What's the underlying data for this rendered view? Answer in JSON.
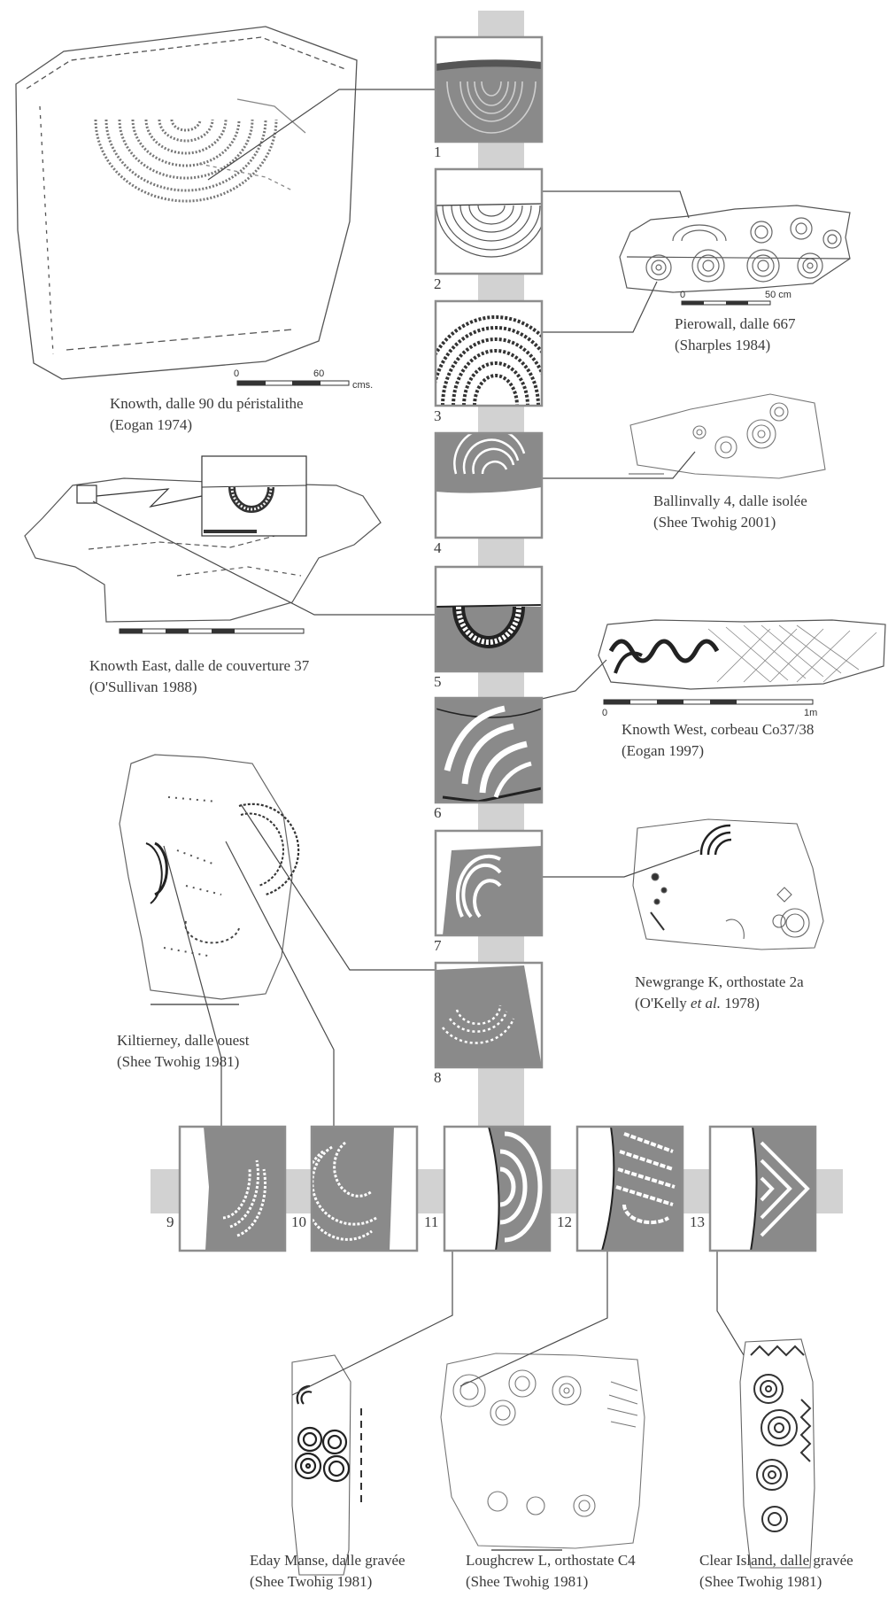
{
  "panels": [
    {
      "number": "1"
    },
    {
      "number": "2"
    },
    {
      "number": "3"
    },
    {
      "number": "4"
    },
    {
      "number": "5"
    },
    {
      "number": "6"
    },
    {
      "number": "7"
    },
    {
      "number": "8"
    },
    {
      "number": "9"
    },
    {
      "number": "10"
    },
    {
      "number": "11"
    },
    {
      "number": "12"
    },
    {
      "number": "13"
    }
  ],
  "stones": [
    {
      "name": "Knowth, dalle 90 du péristalithe",
      "source": "(Eogan 1974)",
      "scale": [
        "0",
        "60",
        "cms."
      ]
    },
    {
      "name": "Pierowall, dalle 667",
      "source": "(Sharples 1984)",
      "scale": [
        "0",
        "50 cm"
      ]
    },
    {
      "name": "Ballinvally 4, dalle isolée",
      "source": "(Shee Twohig 2001)"
    },
    {
      "name": "Knowth East, dalle de couverture 37",
      "source": "(O'Sullivan 1988)"
    },
    {
      "name": "Knowth West, corbeau Co37/38",
      "source": "(Eogan 1997)",
      "scale": [
        "0",
        "1m"
      ]
    },
    {
      "name": "Newgrange K, orthostate 2a",
      "source_pre": "(O'Kelly ",
      "source_em": "et al.",
      "source_post": " 1978)"
    },
    {
      "name": "Kiltierney, dalle ouest",
      "source": "(Shee Twohig 1981)"
    },
    {
      "name": "Eday Manse, dalle gravée",
      "source": "(Shee Twohig 1981)"
    },
    {
      "name": "Loughcrew L, orthostate C4",
      "source": "(Shee Twohig 1981)"
    },
    {
      "name": "Clear Island, dalle gravée",
      "source": "(Shee Twohig 1981)"
    }
  ],
  "colors": {
    "panel_fill": "#8a8a8a",
    "panel_border": "#8d8d8d",
    "band": "#d2d2d2",
    "motif": "#ffffff",
    "line": "#4a4a4a"
  }
}
